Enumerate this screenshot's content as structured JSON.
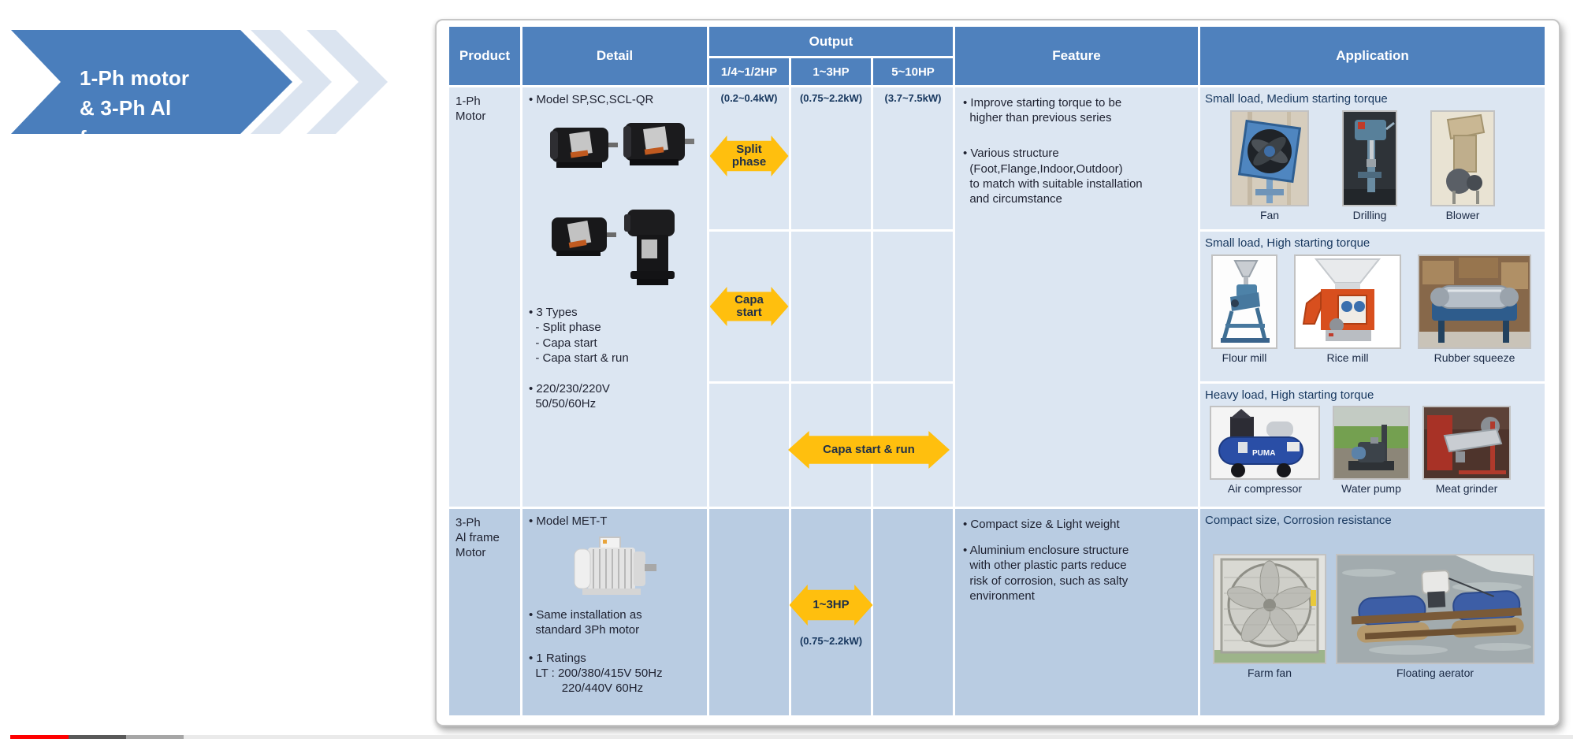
{
  "banner": {
    "lines": [
      "1-Ph motor",
      "& 3-Ph Al",
      "frame"
    ]
  },
  "table": {
    "headers": {
      "product": "Product",
      "detail": "Detail",
      "output": "Output",
      "feature": "Feature",
      "application": "Application",
      "output_sub": [
        "1/4~1/2HP",
        "1~3HP",
        "5~10HP"
      ]
    },
    "rows": [
      {
        "product": "1-Ph\nMotor",
        "detail": {
          "model": "• Model SP,SC,SCL-QR",
          "types": "• 3 Types\n  - Split phase\n  - Capa start\n  - Capa start & run",
          "voltage": "• 220/230/220V\n  50/50/60Hz"
        },
        "output": {
          "kw": [
            "(0.2~0.4kW)",
            "(0.75~2.2kW)",
            "(3.7~7.5kW)"
          ],
          "arrows": [
            {
              "label": "Split\nphase"
            },
            {
              "label": "Capa\nstart"
            },
            {
              "label": "Capa start & run"
            }
          ]
        },
        "feature": [
          "• Improve starting torque to be\n  higher than previous series",
          "• Various structure\n  (Foot,Flange,Indoor,Outdoor)\n  to match with suitable installation\n  and circumstance"
        ],
        "applications": [
          {
            "title": "Small load, Medium starting torque",
            "images": [
              {
                "icon": "fan-photo",
                "caption": "Fan"
              },
              {
                "icon": "drilling-photo",
                "caption": "Drilling"
              },
              {
                "icon": "blower-photo",
                "caption": "Blower"
              }
            ]
          },
          {
            "title": "Small load, High starting torque",
            "images": [
              {
                "icon": "flour-mill-photo",
                "caption": "Flour mill"
              },
              {
                "icon": "rice-mill-photo",
                "caption": "Rice mill"
              },
              {
                "icon": "rubber-squeeze-photo",
                "caption": "Rubber squeeze"
              }
            ]
          },
          {
            "title": "Heavy load, High starting torque",
            "images": [
              {
                "icon": "air-compressor-photo",
                "caption": "Air compressor",
                "brand": "PUMA"
              },
              {
                "icon": "water-pump-photo",
                "caption": "Water pump"
              },
              {
                "icon": "meat-grinder-photo",
                "caption": "Meat grinder"
              }
            ]
          }
        ]
      },
      {
        "product": "3-Ph\nAl frame\nMotor",
        "detail": {
          "model": "• Model MET-T",
          "install": "• Same installation as\n  standard 3Ph motor",
          "ratings": "• 1 Ratings\n  LT : 200/380/415V 50Hz\n          220/440V 60Hz"
        },
        "output": {
          "arrow_label": "1~3HP",
          "kw": "(0.75~2.2kW)"
        },
        "feature": [
          "• Compact size & Light weight",
          "• Aluminium enclosure structure\n  with other plastic parts reduce\n  risk of corrosion, such as salty\n  environment"
        ],
        "applications": [
          {
            "title": "Compact size, Corrosion resistance",
            "images": [
              {
                "icon": "farm-fan-photo",
                "caption": "Farm fan"
              },
              {
                "icon": "floating-aerator-photo",
                "caption": "Floating aerator"
              }
            ]
          }
        ]
      }
    ]
  },
  "colors": {
    "header_blue": "#4f81bd",
    "row1_bg": "#dce6f2",
    "row2_bg": "#b9cce2",
    "arrow_yellow": "#ffbf0e",
    "banner_blue": "#4a7ebc",
    "banner_light_blue": "#dbe4f0",
    "footer_segments": [
      "#fe0000",
      "#595959",
      "#a6a6a6",
      "#eaeaea"
    ]
  }
}
